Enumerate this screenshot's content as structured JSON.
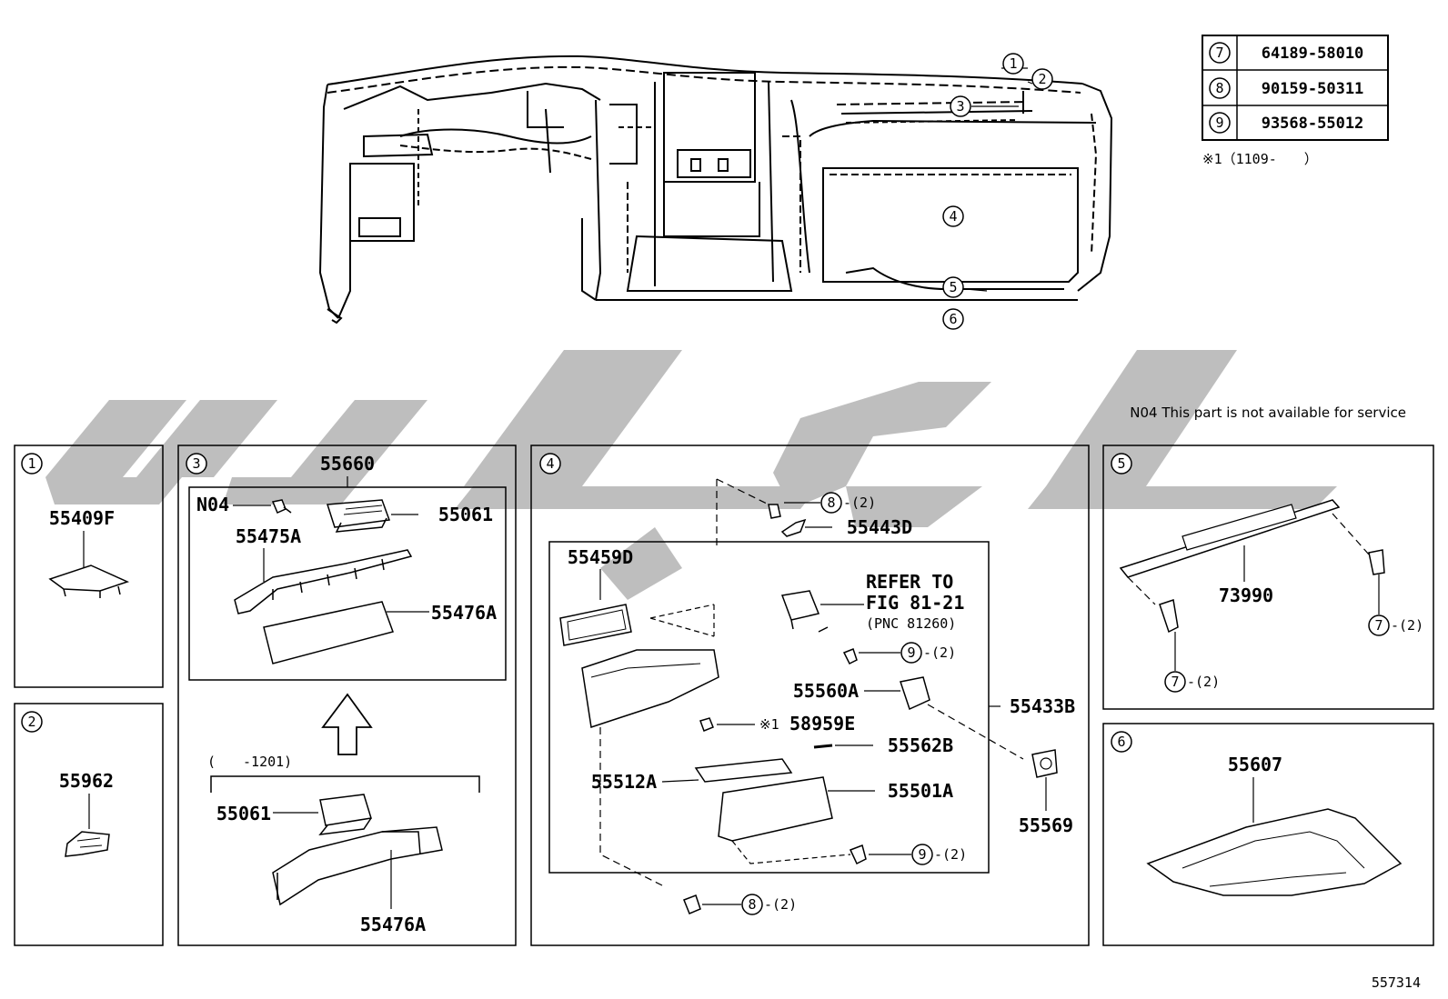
{
  "service_note": "N04 This part is not available for service",
  "figure_id": "557314",
  "reference_table": [
    {
      "no": "7",
      "part": "64189-58010"
    },
    {
      "no": "8",
      "part": "90159-50311"
    },
    {
      "no": "9",
      "part": "93568-55012"
    }
  ],
  "footnote": "※1（1109-　　）",
  "overview_callouts": [
    "1",
    "2",
    "3",
    "4",
    "5",
    "6"
  ],
  "panel_1": {
    "number": "1",
    "part": "55409F"
  },
  "panel_2": {
    "number": "2",
    "part": "55962"
  },
  "panel_3": {
    "number": "3",
    "group_part": "55660",
    "n04": "N04",
    "register": "55061",
    "bracket": "55475A",
    "garnish": "55476A",
    "range_label": "(　　-1201)",
    "old_register": "55061",
    "old_garnish": "55476A"
  },
  "panel_4": {
    "number": "4",
    "screw_top": "8",
    "qty_2": "-(2)",
    "cover": "55443D",
    "pad": "55459D",
    "refer_1": "REFER TO",
    "refer_2": "FIG 81-21",
    "refer_3": "(PNC 81260)",
    "clip_9": "9",
    "lock": "55560A",
    "box_assy": "55433B",
    "note_mark": "※1",
    "bulb": "58959E",
    "pin": "55562B",
    "door_inner": "55512A",
    "door": "55501A",
    "screw_mid": "9",
    "screw_bottom": "8",
    "damper": "55569"
  },
  "panel_5": {
    "number": "5",
    "part": "73990",
    "bolt": "7",
    "qty_2": "-(2)"
  },
  "panel_6": {
    "number": "6",
    "part": "55607"
  }
}
